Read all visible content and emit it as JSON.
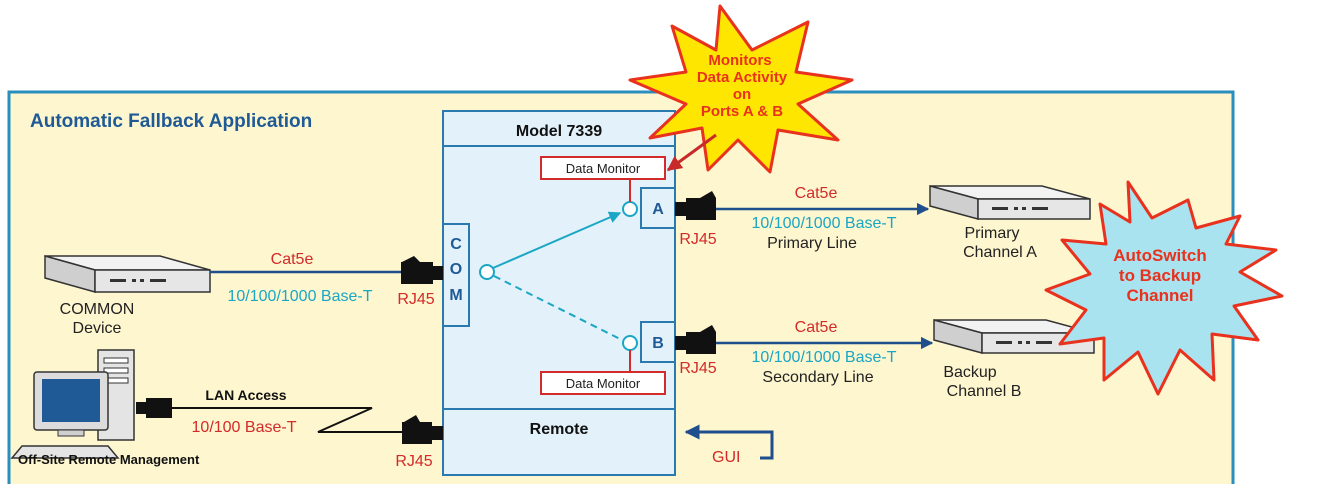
{
  "title": "Automatic Fallback Application",
  "model": {
    "header": "Model 7339",
    "footer": "Remote",
    "com_letters": [
      "C",
      "O",
      "M"
    ]
  },
  "ports": {
    "a": "A",
    "b": "B"
  },
  "data_monitor_label": "Data Monitor",
  "common": {
    "cable": "Cat5e",
    "speed": "10/100/1000 Base-T",
    "connector": "RJ45",
    "device_line1": "COMMON",
    "device_line2": "Device"
  },
  "primary": {
    "cable": "Cat5e",
    "speed": "10/100/1000 Base-T",
    "line": "Primary Line",
    "connector": "RJ45",
    "device_line1": "Primary",
    "device_line2": "Channel A"
  },
  "backup": {
    "cable": "Cat5e",
    "speed": "10/100/1000 Base-T",
    "line": "Secondary Line",
    "connector": "RJ45",
    "device_line1": "Backup",
    "device_line2": "Channel B"
  },
  "remote": {
    "lan_access": "LAN Access",
    "speed": "10/100 Base-T",
    "connector": "RJ45",
    "label": "Off-Site Remote Management",
    "gui": "GUI"
  },
  "callout_monitor": [
    "Monitors",
    "Data Activity",
    "on",
    "Ports A & B"
  ],
  "callout_autoswitch": [
    "AutoSwitch",
    "to Backup",
    "Channel"
  ],
  "colors": {
    "panel_bg": "#fdf6cf",
    "panel_border": "#2a8fbd",
    "box_fill": "#e3f2fa",
    "box_border": "#2a7ab0",
    "title_blue": "#1f5a96",
    "cable_red": "#d32a2a",
    "speed_cyan": "#1aa6c4",
    "line_blue": "#1e4f8c",
    "star_yellow": "#ffe600",
    "star_red": "#e8321e",
    "burst_cyan": "#a9e3f0",
    "burst_red": "#e8321e"
  }
}
